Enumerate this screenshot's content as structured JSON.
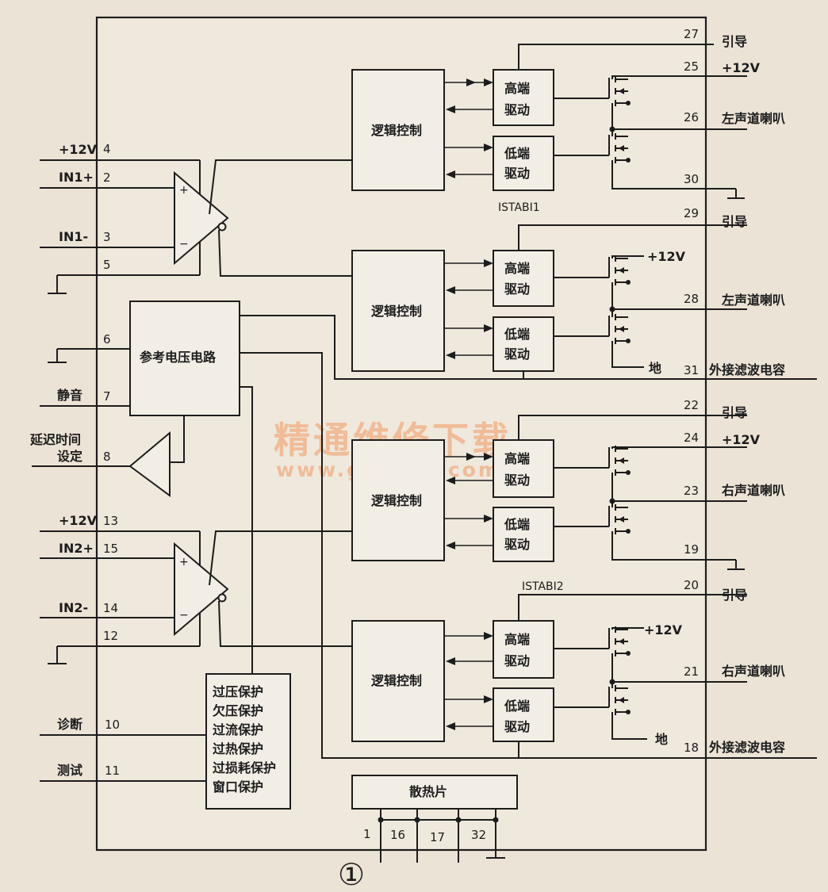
{
  "left_pins": {
    "p4": {
      "label": "+12V",
      "num": "4"
    },
    "p2": {
      "label": "IN1+",
      "num": "2"
    },
    "p3": {
      "label": "IN1-",
      "num": "3"
    },
    "p5": {
      "num": "5"
    },
    "p6": {
      "num": "6"
    },
    "p7": {
      "label": "静音",
      "num": "7"
    },
    "p8": {
      "label_line1": "延迟时间",
      "label_line2": "设定",
      "num": "8"
    },
    "p13": {
      "label": "+12V",
      "num": "13"
    },
    "p15": {
      "label": "IN2+",
      "num": "15"
    },
    "p14": {
      "label": "IN2-",
      "num": "14"
    },
    "p12": {
      "num": "12"
    },
    "p10": {
      "label": "诊断",
      "num": "10"
    },
    "p11": {
      "label": "测试",
      "num": "11"
    }
  },
  "right_pins": {
    "p27": {
      "num": "27",
      "label": "引导"
    },
    "p25": {
      "num": "25",
      "label": "+12V"
    },
    "p26": {
      "num": "26",
      "label": "左声道喇叭"
    },
    "p30": {
      "num": "30"
    },
    "p29": {
      "num": "29",
      "label": "引导"
    },
    "p28": {
      "num": "28",
      "label": "左声道喇叭"
    },
    "p31": {
      "num": "31",
      "label": "外接滤波电容"
    },
    "p22": {
      "num": "22",
      "label": "引导"
    },
    "p24": {
      "num": "24",
      "label": "+12V"
    },
    "p23": {
      "num": "23",
      "label": "右声道喇叭"
    },
    "p19": {
      "num": "19"
    },
    "p20": {
      "num": "20",
      "label": "引导"
    },
    "p21": {
      "num": "21",
      "label": "右声道喇叭"
    },
    "p18": {
      "num": "18",
      "label": "外接滤波电容"
    }
  },
  "bottom_pins": [
    "1",
    "16",
    "17",
    "32"
  ],
  "inner_labels": {
    "istab1": "ISTABI1",
    "istab2": "ISTABI2",
    "vcc_b": "+12V",
    "vcc_d": "+12V",
    "gnd_b": "地",
    "gnd_d": "地",
    "plus1": "+",
    "minus1": "−",
    "plus2": "+",
    "minus2": "−"
  },
  "blocks": {
    "logic": "逻辑控制",
    "high_1": "高端",
    "high_2": "驱动",
    "low_1": "低端",
    "low_2": "驱动",
    "ref": "参考电压电路",
    "heatsink": "散热片",
    "protection": [
      "过压保护",
      "欠压保护",
      "过流保护",
      "过热保护",
      "过损耗保护",
      "窗口保护"
    ]
  },
  "watermark": {
    "line1": "精通维修下载",
    "line2": "www.gzweix.com"
  },
  "figure_mark": "①"
}
